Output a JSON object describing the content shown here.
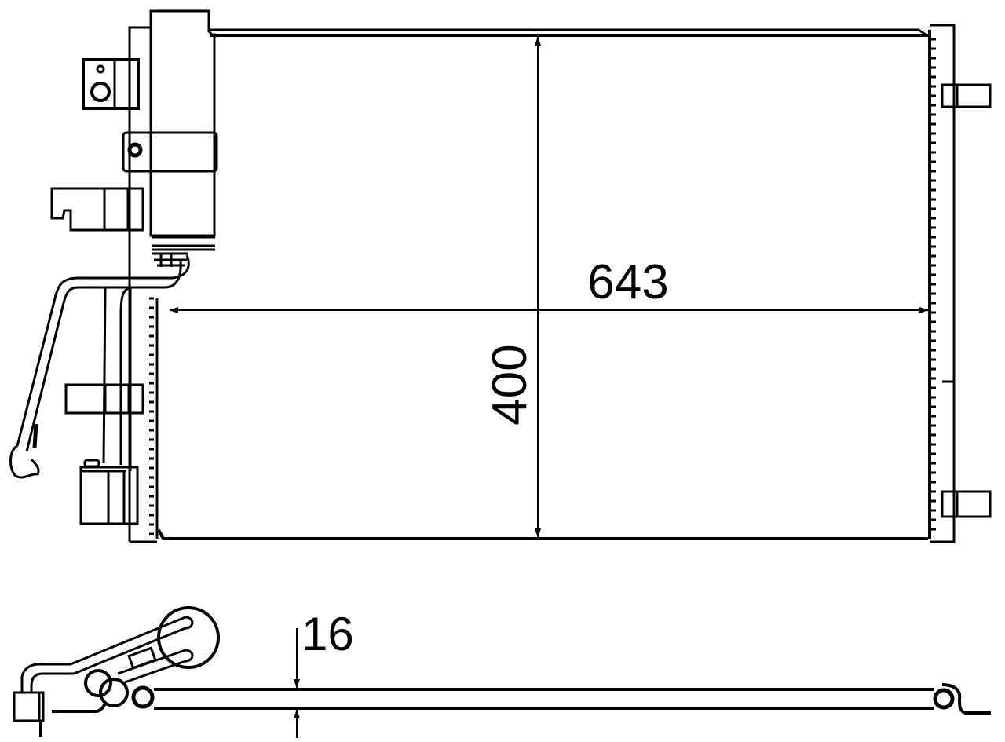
{
  "drawing": {
    "subject": "condenser",
    "line_color": "#000000",
    "background": "#ffffff",
    "views": [
      {
        "name": "front-view"
      },
      {
        "name": "side-view"
      }
    ]
  },
  "dimensions": {
    "width": {
      "value": "643",
      "orientation": "horizontal"
    },
    "height": {
      "value": "400",
      "orientation": "vertical"
    },
    "depth": {
      "value": "16",
      "orientation": "vertical"
    }
  }
}
